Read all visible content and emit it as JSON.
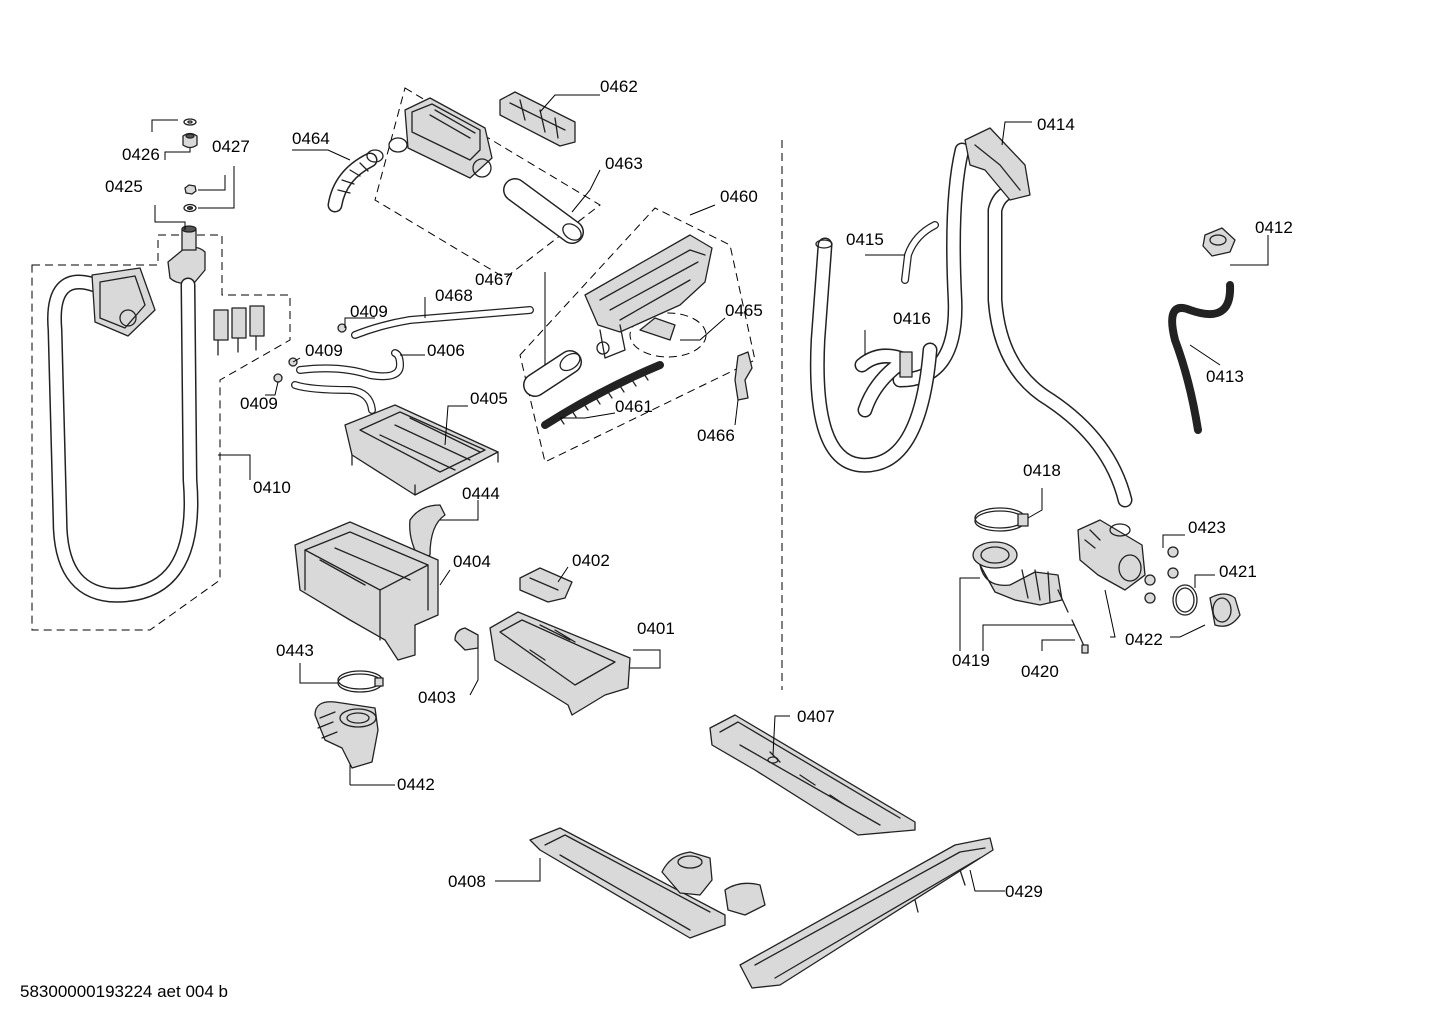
{
  "labels": {
    "l0401": "0401",
    "l0402": "0402",
    "l0403": "0403",
    "l0404": "0404",
    "l0405": "0405",
    "l0406": "0406",
    "l0407": "0407",
    "l0408": "0408",
    "l0409a": "0409",
    "l0409b": "0409",
    "l0409c": "0409",
    "l0410": "0410",
    "l0412": "0412",
    "l0413": "0413",
    "l0414": "0414",
    "l0415": "0415",
    "l0416": "0416",
    "l0418": "0418",
    "l0419": "0419",
    "l0420": "0420",
    "l0421": "0421",
    "l0422": "0422",
    "l0423": "0423",
    "l0425": "0425",
    "l0426": "0426",
    "l0427": "0427",
    "l0429": "0429",
    "l0442": "0442",
    "l0443": "0443",
    "l0444": "0444",
    "l0460": "0460",
    "l0461": "0461",
    "l0462": "0462",
    "l0463": "0463",
    "l0464": "0464",
    "l0465": "0465",
    "l0466": "0466",
    "l0467": "0467",
    "l0468": "0468"
  },
  "footer": "58300000193224 aet 004 b"
}
